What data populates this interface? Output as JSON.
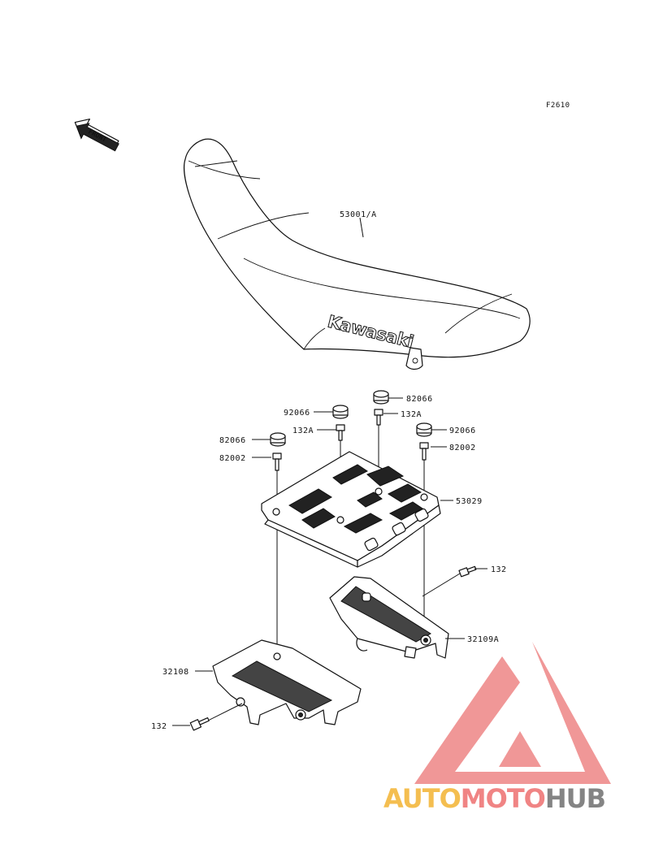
{
  "diagram_id": "F2610",
  "front_arrow_label": "FRONT",
  "seat_brand": "Kawasaki",
  "parts": {
    "seat": "53001/A",
    "bracket_plate": "53029",
    "cap_1": "92066",
    "cap_2": "82066",
    "cap_3": "82066",
    "cap_4": "92066",
    "bolt_132a_left": "132A",
    "bolt_132a_right": "132A",
    "bolt_82002_left": "82002",
    "bolt_82002_right": "82002",
    "bolt_132_right": "132",
    "bolt_132_left": "132",
    "bracket_left": "32108",
    "bracket_right": "32109A"
  },
  "watermark": {
    "part1": "AUTO",
    "part2": "MOTO",
    "part3": "HUB",
    "colors": {
      "auto": "#f4b942",
      "moto": "#ef7a7a",
      "hub": "#7a7a7a",
      "mark": "#ef8f8f"
    }
  }
}
